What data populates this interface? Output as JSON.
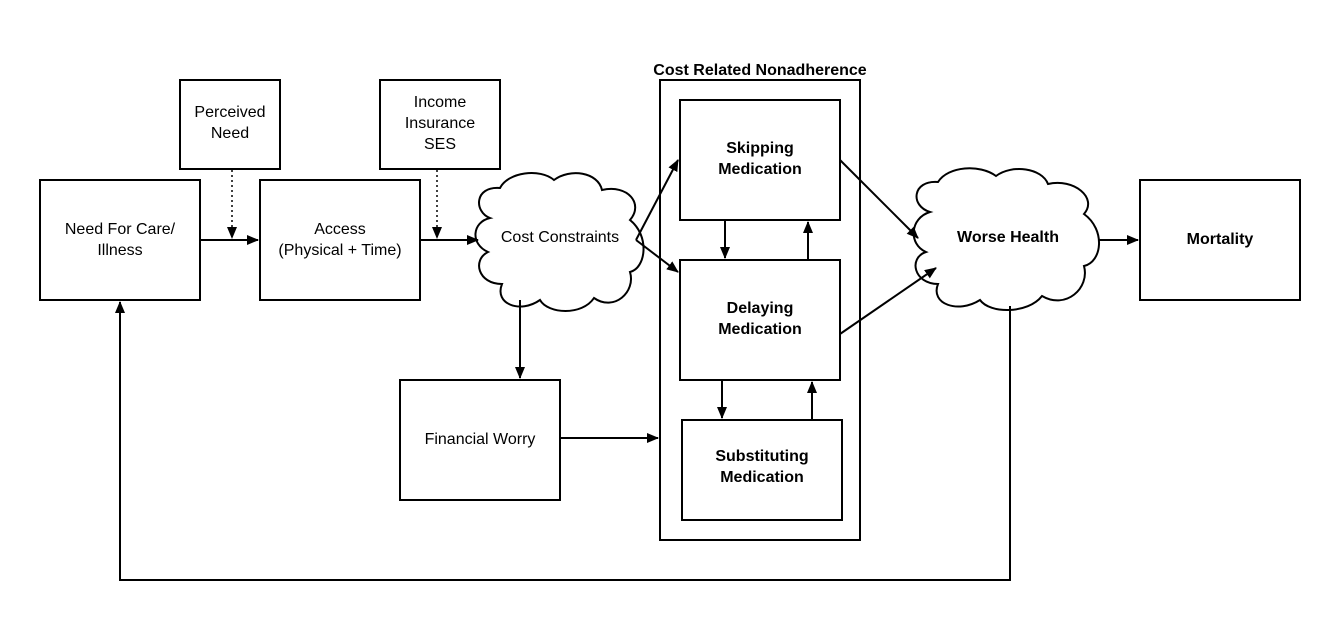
{
  "nodes": {
    "need_for_care": [
      "Need For Care/",
      "Illness"
    ],
    "perceived_need": [
      "Perceived",
      "Need"
    ],
    "access": [
      "Access",
      "(Physical + Time)"
    ],
    "income_insurance_ses": [
      "Income",
      "Insurance",
      "SES"
    ],
    "cost_constraints": "Cost Constraints",
    "financial_worry": "Financial Worry",
    "group_title": "Cost Related Nonadherence",
    "skipping": [
      "Skipping",
      "Medication"
    ],
    "delaying": [
      "Delaying",
      "Medication"
    ],
    "substituting": [
      "Substituting",
      "Medication"
    ],
    "worse_health": "Worse Health",
    "mortality": "Mortality"
  }
}
